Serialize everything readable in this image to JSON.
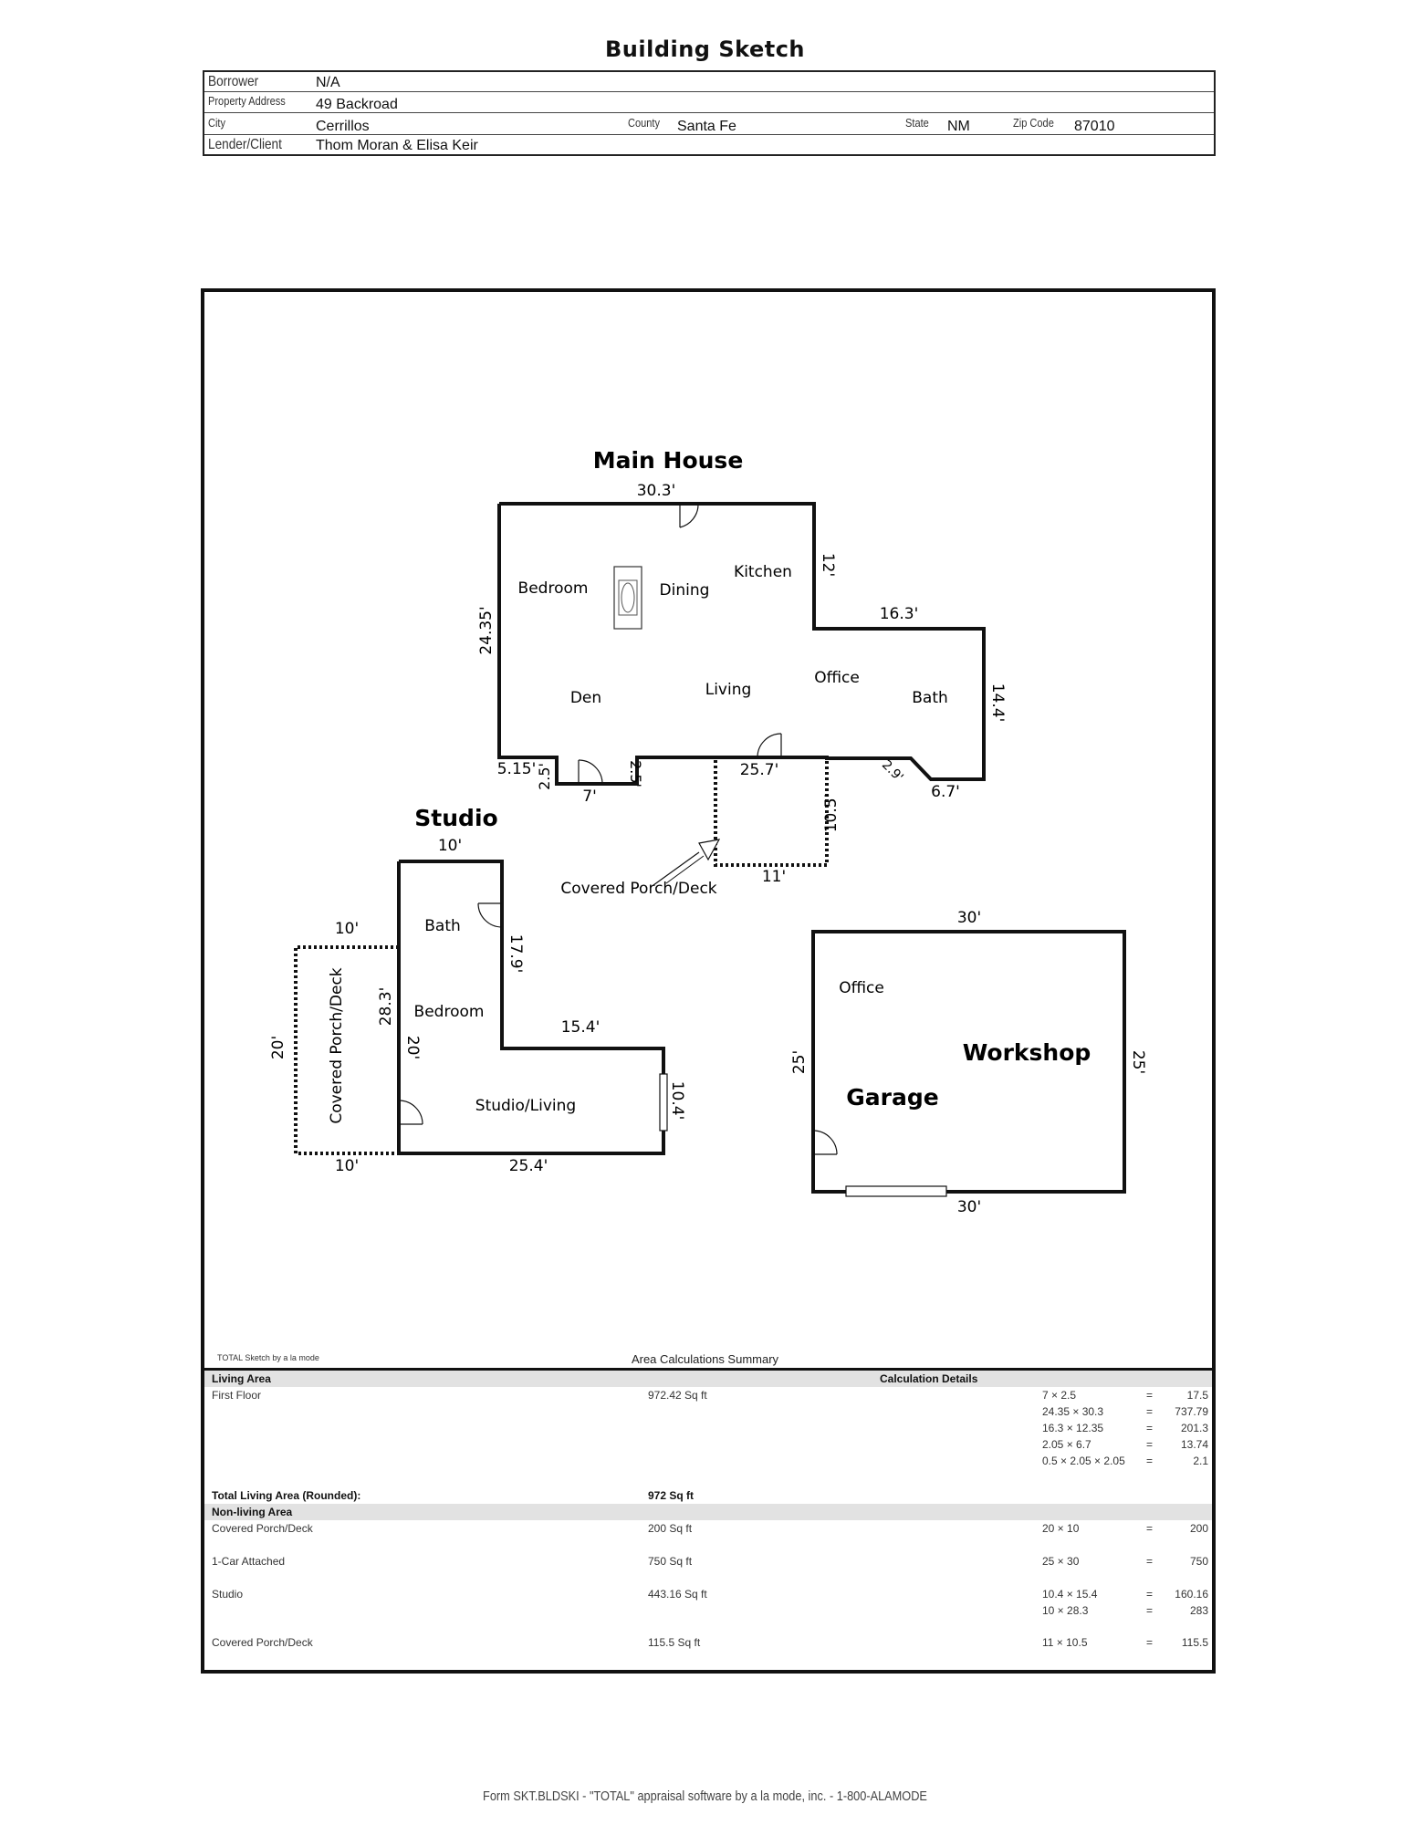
{
  "title": "Building Sketch",
  "info": {
    "borrower_label": "Borrower",
    "borrower": "N/A",
    "address_label": "Property Address",
    "address": "49 Backroad",
    "city_label": "City",
    "city": "Cerrillos",
    "county_label": "County",
    "county": "Santa Fe",
    "state_label": "State",
    "state": "NM",
    "zip_label": "Zip Code",
    "zip": "87010",
    "lender_label": "Lender/Client",
    "lender": "Thom Moran & Elisa Keir"
  },
  "sketch": {
    "main_house": {
      "title": "Main House",
      "rooms": [
        "Bedroom",
        "Dining",
        "Kitchen",
        "Den",
        "Living",
        "Office",
        "Bath"
      ],
      "dims": {
        "top": "30.3'",
        "right_upper": "12'",
        "mid": "16.3'",
        "right": "14.4'",
        "left": "24.35'",
        "bottom_left": "5.15'",
        "notch_depth_l": "2.5'",
        "notch_width": "7'",
        "notch_depth_r": "2.5'",
        "bottom": "25.7'",
        "diag": "2.9'",
        "bottom_right": "6.7'"
      }
    },
    "porch": {
      "label": "Covered Porch/Deck",
      "dims": {
        "right": "10.5'",
        "bottom": "11'"
      }
    },
    "studio": {
      "title": "Studio",
      "rooms": [
        "Bath",
        "Bedroom",
        "Studio/Living"
      ],
      "porch_label": "Covered Porch/Deck",
      "dims": {
        "top": "10'",
        "inner_right": "17.9'",
        "step": "15.4'",
        "right": "10.4'",
        "bottom": "25.4'",
        "left_inner": "28.3'",
        "left_inner2": "20'",
        "porch_top": "10'",
        "porch_left": "20'",
        "porch_bottom": "10'"
      }
    },
    "workshop": {
      "office": "Office",
      "workshop": "Workshop",
      "garage": "Garage",
      "dims": {
        "top": "30'",
        "left": "25'",
        "right": "25'",
        "bottom": "30'"
      }
    }
  },
  "credit_small": "TOTAL Sketch by a la mode",
  "area_summary": {
    "title": "Area Calculations Summary",
    "living_header": "Living Area",
    "calc_header": "Calculation Details",
    "first_floor": {
      "name": "First Floor",
      "area": "972.42 Sq ft"
    },
    "first_floor_calcs": [
      {
        "expr": "7 × 2.5",
        "val": "17.5"
      },
      {
        "expr": "24.35 × 30.3",
        "val": "737.79"
      },
      {
        "expr": "16.3 × 12.35",
        "val": "201.3"
      },
      {
        "expr": "2.05 × 6.7",
        "val": "13.74"
      },
      {
        "expr": "0.5 × 2.05 × 2.05",
        "val": "2.1"
      }
    ],
    "total_label": "Total Living Area (Rounded):",
    "total_value": "972 Sq ft",
    "nonliving_header": "Non-living Area",
    "nonliving": [
      {
        "name": "Covered Porch/Deck",
        "area": "200 Sq ft",
        "calcs": [
          {
            "expr": "20 × 10",
            "val": "200"
          }
        ]
      },
      {
        "name": "1-Car Attached",
        "area": "750 Sq ft",
        "calcs": [
          {
            "expr": "25 × 30",
            "val": "750"
          }
        ]
      },
      {
        "name": "Studio",
        "area": "443.16 Sq ft",
        "calcs": [
          {
            "expr": "10.4 × 15.4",
            "val": "160.16"
          },
          {
            "expr": "10 × 28.3",
            "val": "283"
          }
        ]
      },
      {
        "name": "Covered Porch/Deck",
        "area": "115.5 Sq ft",
        "calcs": [
          {
            "expr": "11 × 10.5",
            "val": "115.5"
          }
        ]
      }
    ],
    "eq": "="
  },
  "footer": "Form SKT.BLDSKI - \"TOTAL\" appraisal software by a la mode, inc. - 1-800-ALAMODE"
}
